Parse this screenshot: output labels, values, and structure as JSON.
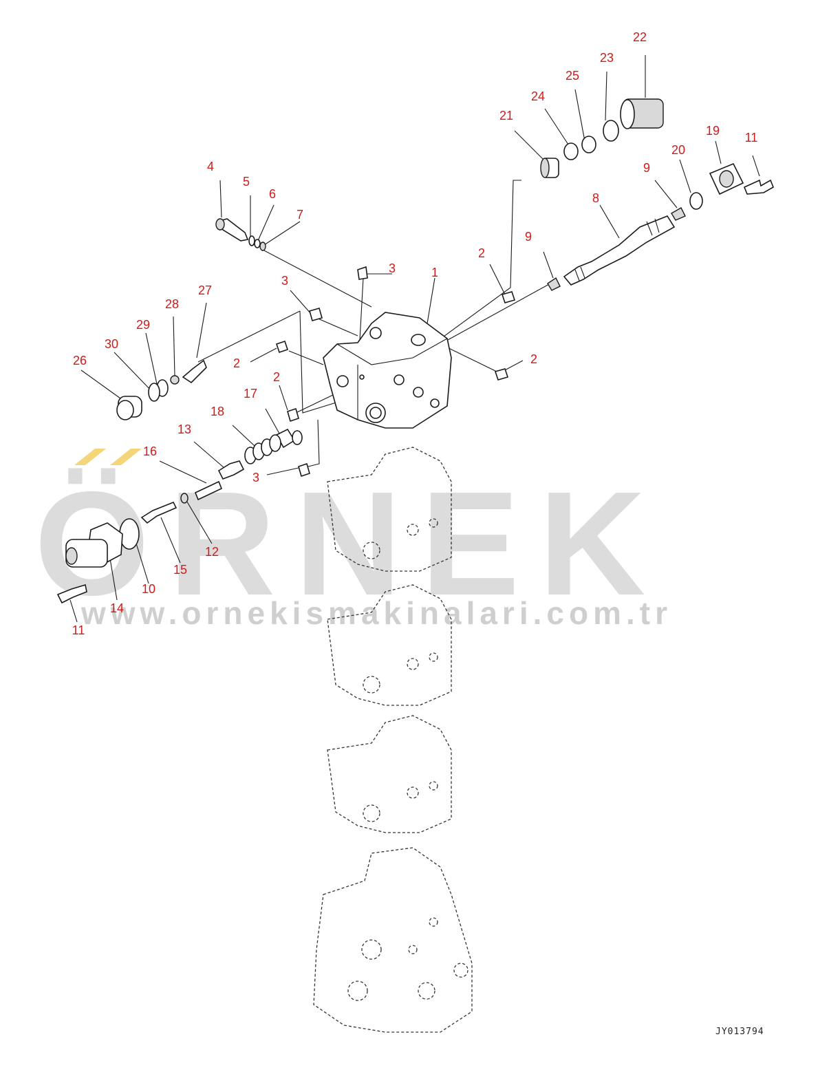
{
  "watermark": {
    "brand": "ÖRNEK",
    "url": "www.ornekismakinalari.com.tr",
    "accent_color": "#f5d57a"
  },
  "drawing_code": "JY013794",
  "callout_color": "#d11a1a",
  "callouts": [
    {
      "id": "c-22",
      "label": "22"
    },
    {
      "id": "c-23",
      "label": "23"
    },
    {
      "id": "c-25",
      "label": "25"
    },
    {
      "id": "c-24",
      "label": "24"
    },
    {
      "id": "c-21",
      "label": "21"
    },
    {
      "id": "c-19",
      "label": "19"
    },
    {
      "id": "c-11a",
      "label": "11"
    },
    {
      "id": "c-20",
      "label": "20"
    },
    {
      "id": "c-9a",
      "label": "9"
    },
    {
      "id": "c-8",
      "label": "8"
    },
    {
      "id": "c-9b",
      "label": "9"
    },
    {
      "id": "c-2a",
      "label": "2"
    },
    {
      "id": "c-4",
      "label": "4"
    },
    {
      "id": "c-5",
      "label": "5"
    },
    {
      "id": "c-6",
      "label": "6"
    },
    {
      "id": "c-7",
      "label": "7"
    },
    {
      "id": "c-3a",
      "label": "3"
    },
    {
      "id": "c-1",
      "label": "1"
    },
    {
      "id": "c-3b",
      "label": "3"
    },
    {
      "id": "c-27",
      "label": "27"
    },
    {
      "id": "c-28",
      "label": "28"
    },
    {
      "id": "c-29",
      "label": "29"
    },
    {
      "id": "c-30",
      "label": "30"
    },
    {
      "id": "c-26",
      "label": "26"
    },
    {
      "id": "c-2b",
      "label": "2"
    },
    {
      "id": "c-2c",
      "label": "2"
    },
    {
      "id": "c-2d",
      "label": "2"
    },
    {
      "id": "c-17",
      "label": "17"
    },
    {
      "id": "c-18",
      "label": "18"
    },
    {
      "id": "c-13",
      "label": "13"
    },
    {
      "id": "c-16",
      "label": "16"
    },
    {
      "id": "c-3c",
      "label": "3"
    },
    {
      "id": "c-12",
      "label": "12"
    },
    {
      "id": "c-15",
      "label": "15"
    },
    {
      "id": "c-10",
      "label": "10"
    },
    {
      "id": "c-14",
      "label": "14"
    },
    {
      "id": "c-11b",
      "label": "11"
    }
  ]
}
